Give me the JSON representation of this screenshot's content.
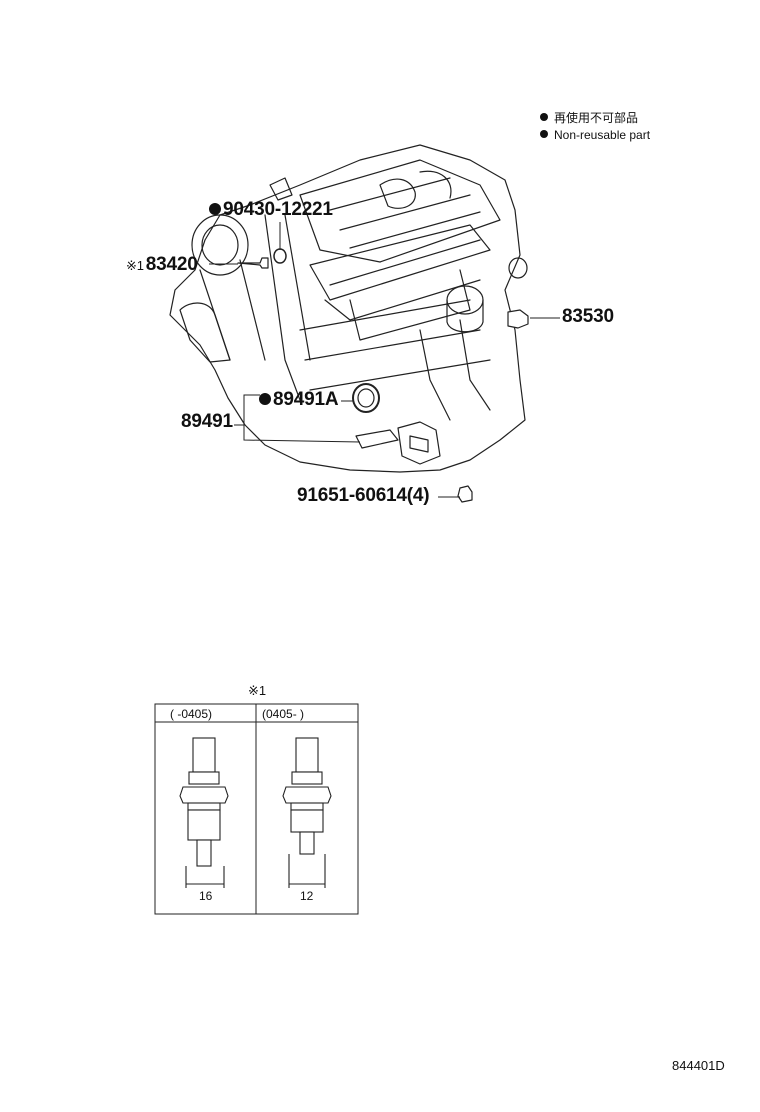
{
  "legend": {
    "items": [
      {
        "text": "再使用不可部品"
      },
      {
        "text": "Non-reusable part"
      }
    ]
  },
  "callouts": {
    "p90430": {
      "text": "90430-12221",
      "nonreusable": true
    },
    "p83420": {
      "ref": "※1",
      "text": "83420"
    },
    "p83530": {
      "text": "83530"
    },
    "p89491a": {
      "text": "89491A",
      "nonreusable": true
    },
    "p89491": {
      "text": "89491"
    },
    "p91651": {
      "text": "91651-60614(4)"
    }
  },
  "detail_table": {
    "ref_mark": "※1",
    "columns": [
      {
        "header": "(     -0405)",
        "dimension": "16"
      },
      {
        "header": "(0405-     )",
        "dimension": "12"
      }
    ]
  },
  "footer": {
    "code": "844401D"
  }
}
